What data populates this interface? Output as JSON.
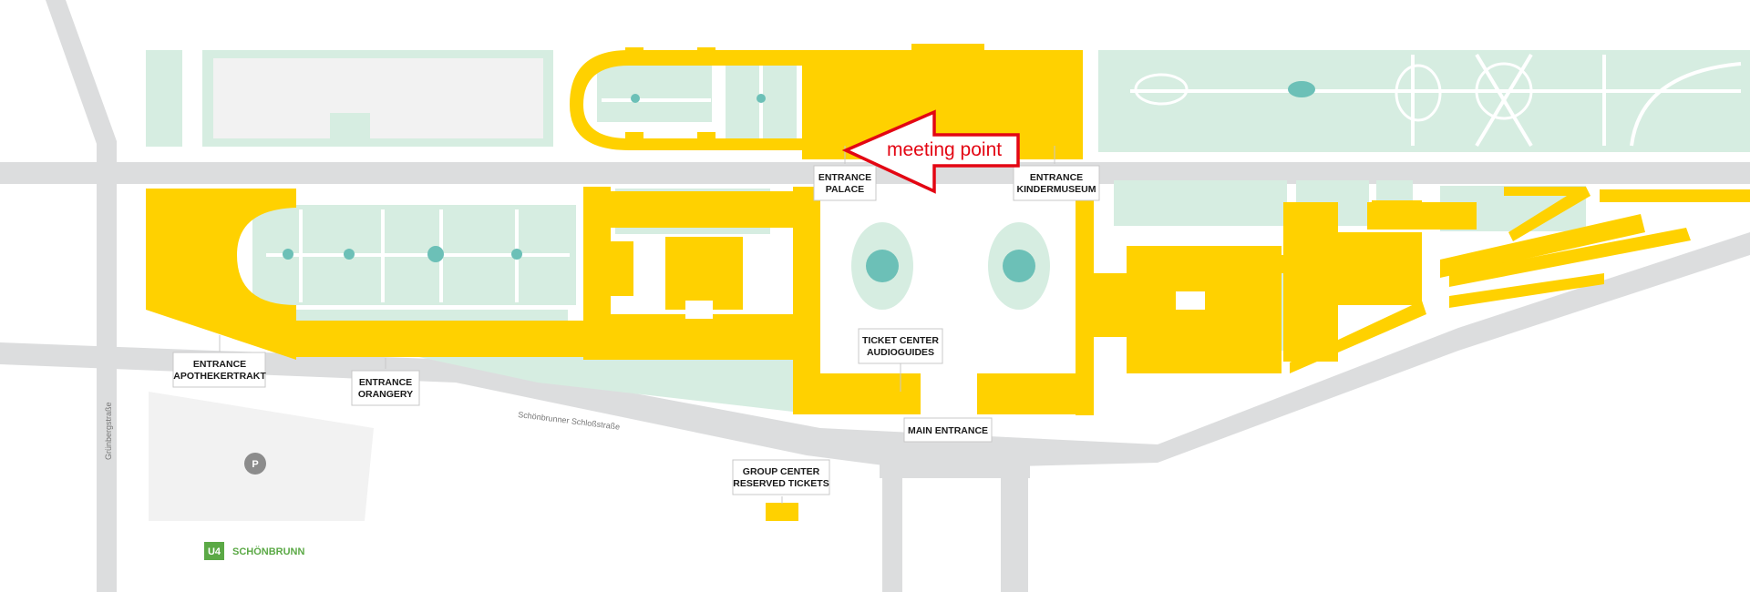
{
  "colors": {
    "building": "#FFD100",
    "garden": "#D6EDE1",
    "fountain": "#6CC0B7",
    "road": "#DCDDDE",
    "parking": "#F2F2F2",
    "label_border": "#C8C8C8",
    "ubahn": "#5BA946",
    "arrow": "#E30613",
    "parking_icon": "#8C8C8C"
  },
  "labels": {
    "entrance_palace": [
      "ENTRANCE",
      "PALACE"
    ],
    "entrance_kindermuseum": [
      "ENTRANCE",
      "KINDERMUSEUM"
    ],
    "ticket_center": [
      "TICKET CENTER",
      "AUDIOGUIDES"
    ],
    "main_entrance": [
      "MAIN ENTRANCE"
    ],
    "entrance_apothekertrakt": [
      "ENTRANCE",
      "APOTHEKERTRAKT"
    ],
    "entrance_orangery": [
      "ENTRANCE",
      "ORANGERY"
    ],
    "group_center": [
      "GROUP CENTER",
      "RESERVED TICKETS"
    ]
  },
  "streets": {
    "schlossstrasse": "Schönbrunner Schloßstraße",
    "grienbergstrasse": "Grünbergstraße"
  },
  "ubahn": {
    "line": "U4",
    "station": "SCHÖNBRUNN"
  },
  "parking": {
    "symbol": "P"
  },
  "annotation": {
    "text": "meeting point",
    "icon": "left-arrow-icon"
  }
}
